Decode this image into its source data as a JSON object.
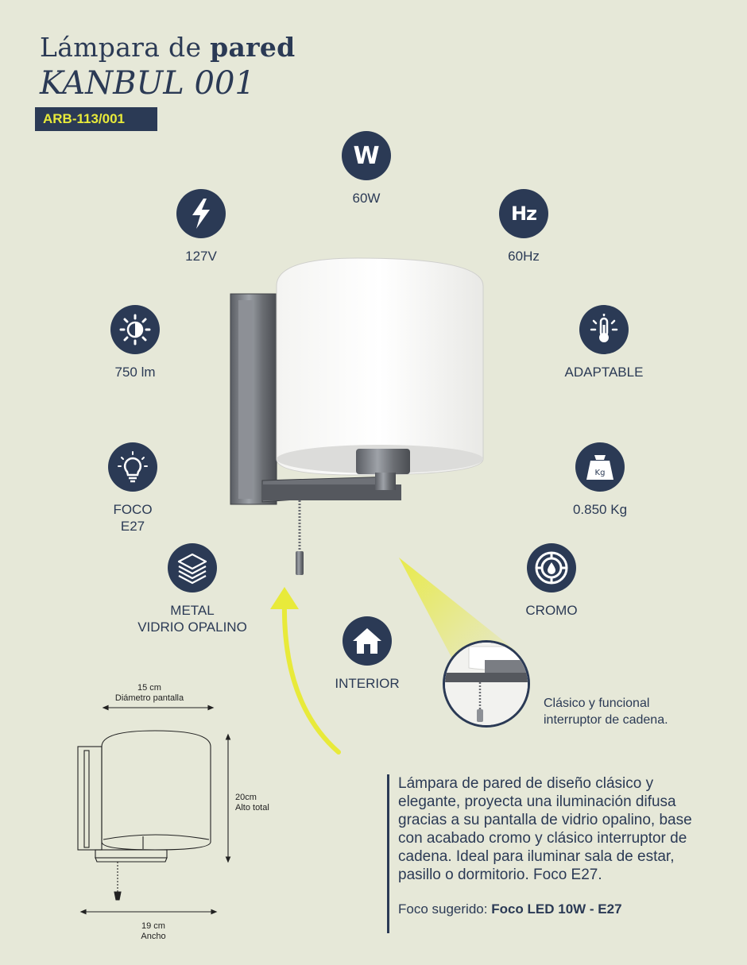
{
  "header": {
    "title_prefix": "Lámpara de",
    "title_bold": "pared",
    "model": "KANBUL 001",
    "code": "ARB-113/001"
  },
  "specs": {
    "watts": {
      "icon": "watt-icon",
      "label": "60W"
    },
    "voltage": {
      "icon": "lightning-icon",
      "label": "127V"
    },
    "frequency": {
      "icon": "hertz-icon",
      "label": "60Hz"
    },
    "lumens": {
      "icon": "brightness-icon",
      "label": "750 lm"
    },
    "temperature": {
      "icon": "thermometer-icon",
      "label": "ADAPTABLE"
    },
    "bulb": {
      "icon": "bulb-icon",
      "label": "FOCO\nE27"
    },
    "weight": {
      "icon": "weight-icon",
      "label": "0.850 Kg",
      "icon_text": "Kg"
    },
    "material": {
      "icon": "layers-icon",
      "label": "METAL\nVIDRIO OPALINO"
    },
    "finish": {
      "icon": "finish-icon",
      "label": "CROMO"
    },
    "location": {
      "icon": "house-icon",
      "label": "INTERIOR"
    }
  },
  "feature_callout": "Clásico y funcional interruptor de cadena.",
  "dimensions": {
    "diameter_value": "15 cm",
    "diameter_label": "Diámetro pantalla",
    "height_value": "20cm",
    "height_label": "Alto total",
    "width_value": "19 cm",
    "width_label": "Ancho"
  },
  "description": {
    "text": "Lámpara de pared de diseño clásico y elegante, proyecta una iluminación difusa gracias a su pantalla de vidrio opalino, base con acabado cromo y clásico interruptor de cadena. Ideal para iluminar sala de estar, pasillo o dormitorio. Foco E27.",
    "suggested_label": "Foco sugerido:",
    "suggested_value": "Foco LED 10W - E27"
  },
  "colors": {
    "background": "#e6e8d8",
    "navy": "#2b3a55",
    "accent_yellow": "#e8ea3a"
  }
}
